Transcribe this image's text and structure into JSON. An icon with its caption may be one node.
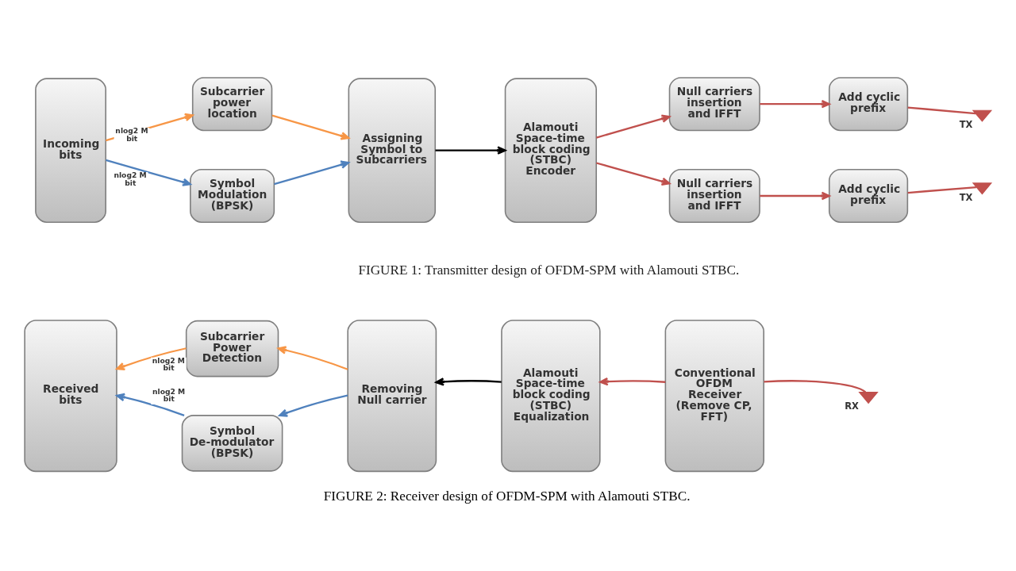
{
  "diagram": {
    "caption": "FIGURE 2: Receiver design of OFDM-SPM with Alamouti STBC.",
    "nodes": [
      {
        "text": [
          "Incoming bits"
        ]
      },
      {
        "text": [
          "Subcarrier power location"
        ]
      },
      {
        "text": [
          "Symbol Modulation (BPSK)"
        ]
      },
      {
        "text": [
          "Assigning Symbol to Subcarriers"
        ]
      },
      {
        "text": [
          "Alamouti Space-time block coding (STBC) Encoder"
        ]
      },
      {
        "text": [
          "Null carriers insertion and IFFT"
        ]
      },
      {
        "text": [
          "Add cyclic prefix"
        ]
      },
      {
        "text": [
          "TX"
        ]
      },
      {
        "text": [
          "Null carriers insertion and IFFT"
        ]
      },
      {
        "text": [
          "Add cyclic prefix"
        ]
      },
      {
        "text": [
          "TX"
        ]
      },
      {
        "text": [
          "Received bits"
        ]
      },
      {
        "text": [
          "Subcarrier Power Detection"
        ]
      },
      {
        "text": [
          "Symbol De-modulator (BPSK)"
        ]
      },
      {
        "text": [
          "Removing Null carrier"
        ]
      },
      {
        "text": [
          "Alamouti Space-time block coding (STBC) Equalization"
        ]
      },
      {
        "text": [
          "Conventional OFDM Receiver (Remove CP, FFT)"
        ]
      },
      {
        "text": [
          "RX"
        ]
      }
    ],
    "edges": [
      {
        "from": 0,
        "to": 1,
        "arrow": "to",
        "label": "nlog2 M bit",
        "color": "#f79646"
      },
      {
        "from": 0,
        "to": 2,
        "arrow": "to",
        "label": "nlog2 M bit",
        "color": "#4f81bd"
      },
      {
        "from": 1,
        "to": 3,
        "arrow": "to",
        "color": "#f79646"
      },
      {
        "from": 2,
        "to": 3,
        "arrow": "to",
        "color": "#4f81bd"
      },
      {
        "from": 3,
        "to": 4,
        "arrow": "to",
        "color": "#000000"
      },
      {
        "from": 4,
        "to": 5,
        "arrow": "to"
      },
      {
        "from": 5,
        "to": 6,
        "arrow": "to"
      },
      {
        "from": 6,
        "to": 7,
        "arrow": "none"
      },
      {
        "from": 4,
        "to": 8,
        "arrow": "to"
      },
      {
        "from": 8,
        "to": 9,
        "arrow": "to"
      },
      {
        "from": 9,
        "to": 10,
        "arrow": "none"
      },
      {
        "from": 17,
        "to": 16,
        "arrow": "none"
      },
      {
        "from": 16,
        "to": 15,
        "arrow": "to"
      },
      {
        "from": 15,
        "to": 14,
        "arrow": "to",
        "color": "#000000"
      },
      {
        "from": 14,
        "to": 12,
        "arrow": "to",
        "color": "#f79646"
      },
      {
        "from": 14,
        "to": 13,
        "arrow": "to",
        "color": "#4f81bd"
      },
      {
        "from": 12,
        "to": 11,
        "arrow": "to",
        "label": "nlog2 M bit",
        "color": "#f79646"
      },
      {
        "from": 13,
        "to": 11,
        "arrow": "to",
        "label": "nlog2 M bit",
        "color": "#4f81bd"
      }
    ],
    "labels": [
      "FIGURE 1: Transmitter design of OFDM-SPM with Alamouti STBC."
    ]
  }
}
